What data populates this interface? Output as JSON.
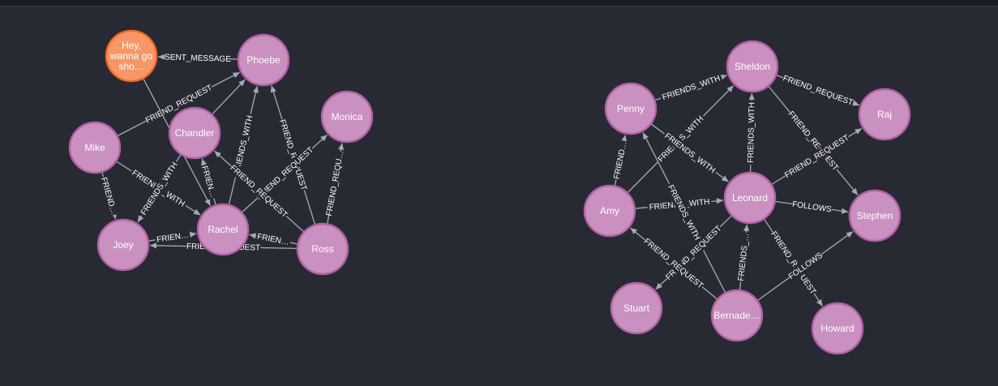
{
  "colors": {
    "background": "#282a33",
    "person_fill": "#c990c0",
    "person_stroke": "#b261a5",
    "message_fill": "#f79767",
    "message_stroke": "#f36924",
    "relationship": "#a5abb6",
    "label_text": "#ffffff"
  },
  "nodes": [
    {
      "id": "msg",
      "label": [
        "Hey,",
        "wanna go",
        "sho…"
      ],
      "type": "message",
      "color": "#f79767",
      "stroke": "#f36924"
    },
    {
      "id": "phoebe",
      "label": [
        "Phoebe"
      ],
      "type": "person"
    },
    {
      "id": "monica",
      "label": [
        "Monica"
      ],
      "type": "person"
    },
    {
      "id": "chandler",
      "label": [
        "Chandler"
      ],
      "type": "person"
    },
    {
      "id": "mike",
      "label": [
        "Mike"
      ],
      "type": "person"
    },
    {
      "id": "rachel",
      "label": [
        "Rachel"
      ],
      "type": "person"
    },
    {
      "id": "joey",
      "label": [
        "Joey"
      ],
      "type": "person"
    },
    {
      "id": "ross",
      "label": [
        "Ross"
      ],
      "type": "person"
    },
    {
      "id": "penny",
      "label": [
        "Penny"
      ],
      "type": "person"
    },
    {
      "id": "sheldon",
      "label": [
        "Sheldon"
      ],
      "type": "person"
    },
    {
      "id": "raj",
      "label": [
        "Raj"
      ],
      "type": "person"
    },
    {
      "id": "amy",
      "label": [
        "Amy"
      ],
      "type": "person"
    },
    {
      "id": "leonard",
      "label": [
        "Leonard"
      ],
      "type": "person"
    },
    {
      "id": "stephen",
      "label": [
        "Stephen"
      ],
      "type": "person"
    },
    {
      "id": "stuart",
      "label": [
        "Stuart"
      ],
      "type": "person"
    },
    {
      "id": "bernadette",
      "label": [
        "Bernade…"
      ],
      "type": "person"
    },
    {
      "id": "howard",
      "label": [
        "Howard"
      ],
      "type": "person"
    }
  ],
  "relationships": [
    {
      "from": "phoebe",
      "to": "msg",
      "label": "SENT_MESSAGE"
    },
    {
      "from": "mike",
      "to": "phoebe",
      "label": "FRIEND_REQUEST"
    },
    {
      "from": "msg",
      "to": "rachel",
      "label": ""
    },
    {
      "from": "chandler",
      "to": "phoebe",
      "label": ""
    },
    {
      "from": "rachel",
      "to": "phoebe",
      "label": "FRIENDS_WITH"
    },
    {
      "from": "ross",
      "to": "phoebe",
      "label": "FRIEND_REQUEST"
    },
    {
      "from": "mike",
      "to": "rachel",
      "label": "FRIENDS_WITH"
    },
    {
      "from": "chandler",
      "to": "joey",
      "label": "FRIENDS_WITH"
    },
    {
      "from": "mike",
      "to": "joey",
      "label": "FRIEND…"
    },
    {
      "from": "rachel",
      "to": "chandler",
      "label": "FRIEN…"
    },
    {
      "from": "rachel",
      "to": "monica",
      "label": "FRIEND_REQUEST"
    },
    {
      "from": "ross",
      "to": "chandler",
      "label": "FRIEND_REQUEST"
    },
    {
      "from": "ross",
      "to": "monica",
      "label": "FRIEND_REQU…"
    },
    {
      "from": "joey",
      "to": "rachel",
      "label": "FRIEN…"
    },
    {
      "from": "ross",
      "to": "rachel",
      "label": "FRIEN…"
    },
    {
      "from": "ross",
      "to": "joey",
      "label": "FRIEND_REQUEST"
    },
    {
      "from": "penny",
      "to": "sheldon",
      "label": "FRIENDS_WITH"
    },
    {
      "from": "sheldon",
      "to": "raj",
      "label": "FRIEND_REQUEST"
    },
    {
      "from": "sheldon",
      "to": "stephen",
      "label": "FRIEND_REQUEST"
    },
    {
      "from": "leonard",
      "to": "sheldon",
      "label": "FRIENDS_WITH"
    },
    {
      "from": "amy",
      "to": "sheldon",
      "label": "FRIENDS_WITH"
    },
    {
      "from": "penny",
      "to": "leonard",
      "label": "FRIENDS_WITH"
    },
    {
      "from": "amy",
      "to": "penny",
      "label": "FRIEND…"
    },
    {
      "from": "amy",
      "to": "leonard",
      "label": "FRIENDS_WITH"
    },
    {
      "from": "leonard",
      "to": "raj",
      "label": "FRIEND_REQUEST"
    },
    {
      "from": "leonard",
      "to": "stephen",
      "label": "FOLLOWS"
    },
    {
      "from": "bernadette",
      "to": "penny",
      "label": "FRIENDS_WITH"
    },
    {
      "from": "leonard",
      "to": "stuart",
      "label": "FRIEND_REQUEST"
    },
    {
      "from": "bernadette",
      "to": "amy",
      "label": "FRIEND_REQUEST"
    },
    {
      "from": "bernadette",
      "to": "leonard",
      "label": "FRIENDS_…"
    },
    {
      "from": "leonard",
      "to": "howard",
      "label": "FRIEND_REQUEST"
    },
    {
      "from": "bernadette",
      "to": "stephen",
      "label": "FOLLOWS"
    }
  ]
}
